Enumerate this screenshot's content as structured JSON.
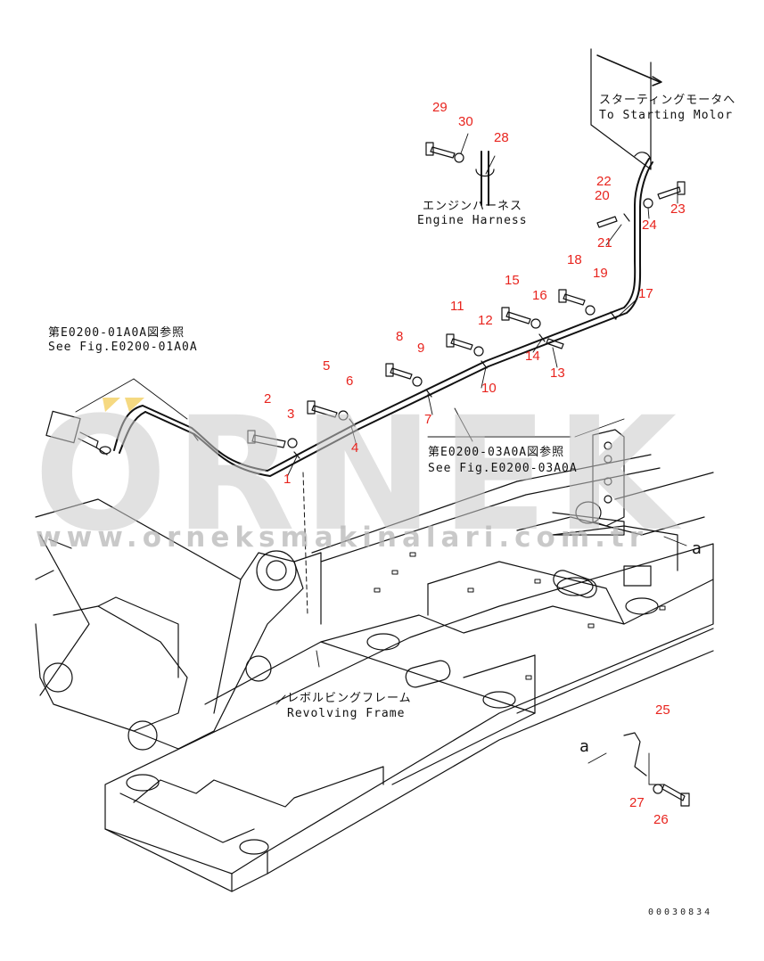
{
  "watermark": {
    "brand": "ORNEK",
    "url": "www.orneksmakinalari.com.tr"
  },
  "notes": {
    "starting_motor_jp": "スターティングモータへ",
    "starting_motor_en": "To Starting Molor",
    "engine_harness_jp": "エンジンハーネス",
    "engine_harness_en": "Engine Harness",
    "ref1_jp": "第E0200-01A0A図参照",
    "ref1_en": "See Fig.E0200-01A0A",
    "ref2_jp": "第E0200-03A0A図参照",
    "ref2_en": "See Fig.E0200-03A0A",
    "frame_jp": "レボルビングフレーム",
    "frame_en": "Revolving Frame",
    "view_a1": "a",
    "view_a2": "a",
    "drawing_no": "00030834"
  },
  "part_numbers": [
    "1",
    "2",
    "3",
    "4",
    "5",
    "6",
    "7",
    "8",
    "9",
    "10",
    "11",
    "12",
    "13",
    "14",
    "15",
    "16",
    "17",
    "18",
    "19",
    "20",
    "21",
    "22",
    "23",
    "24",
    "25",
    "26",
    "27",
    "28",
    "29",
    "30"
  ],
  "colors": {
    "callout": "#e8241e",
    "line": "#111111",
    "watermark": "#c9c9c9",
    "watermark_accent": "#f2c94c"
  }
}
